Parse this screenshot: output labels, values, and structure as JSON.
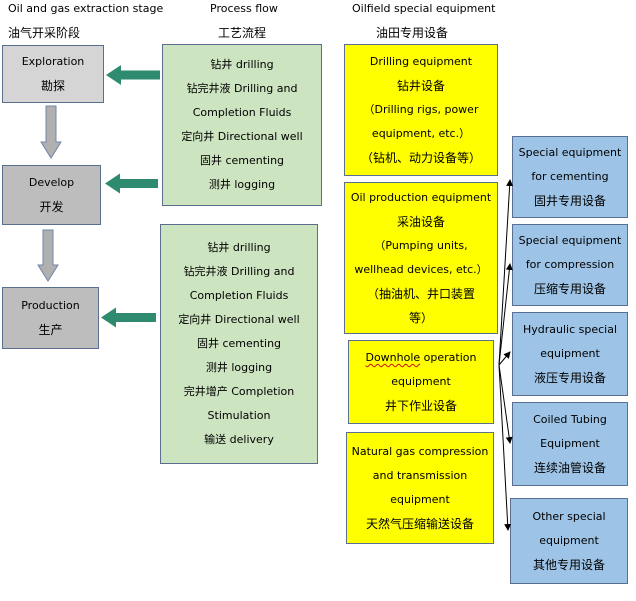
{
  "headers": {
    "stage_en": "Oil and gas extraction stage",
    "stage_cn": "油气开采阶段",
    "process_en": "Process flow",
    "process_cn": "工艺流程",
    "equipment_en": "Oilfield special equipment",
    "equipment_cn": "油田专用设备"
  },
  "stages": [
    {
      "en": "Exploration",
      "cn": "勘探"
    },
    {
      "en": "Develop",
      "cn": "开发"
    },
    {
      "en": "Production",
      "cn": "生产"
    }
  ],
  "process_top": [
    "钻井 drilling",
    "钻完井液 Drilling and",
    "Completion Fluids",
    "定向井 Directional well",
    "固井 cementing",
    "测井 logging"
  ],
  "process_bottom": [
    "钻井 drilling",
    "钻完井液 Drilling and",
    "Completion Fluids",
    "定向井 Directional well",
    "固井 cementing",
    "测井 logging",
    "完井增产 Completion",
    "Stimulation",
    "输送 delivery"
  ],
  "yellow": [
    {
      "lines": [
        "Drilling equipment",
        "钻井设备",
        "（Drilling rigs, power",
        "equipment, etc.）",
        "（钻机、动力设备等）"
      ]
    },
    {
      "lines": [
        "Oil production equipment",
        "采油设备",
        "（Pumping units,",
        "wellhead devices, etc.）",
        "（抽油机、井口装置",
        "等）"
      ]
    },
    {
      "word1": "Downhole",
      "word2": " operation",
      "lines": [
        "equipment",
        "井下作业设备"
      ]
    },
    {
      "lines": [
        "Natural gas compression",
        "and transmission",
        "equipment",
        "天然气压缩输送设备"
      ]
    }
  ],
  "blue": [
    {
      "lines": [
        "Special equipment",
        "for cementing",
        "固井专用设备"
      ]
    },
    {
      "lines": [
        "Special equipment",
        "for compression",
        "压缩专用设备"
      ]
    },
    {
      "lines": [
        "Hydraulic special",
        "equipment",
        "液压专用设备"
      ]
    },
    {
      "lines": [
        "Coiled Tubing",
        "Equipment",
        "连续油管设备"
      ]
    },
    {
      "lines": [
        "Other special",
        "equipment",
        "其他专用设备"
      ]
    }
  ],
  "colors": {
    "stage_fill": "#d5d5d5",
    "process_fill": "#cde4c1",
    "yellow_fill": "#ffff00",
    "blue_fill": "#9dc3e6",
    "green_arrow": "#2e8b6f",
    "gray_arrow": "#a6a6a6",
    "border": "#5a6f8f"
  }
}
